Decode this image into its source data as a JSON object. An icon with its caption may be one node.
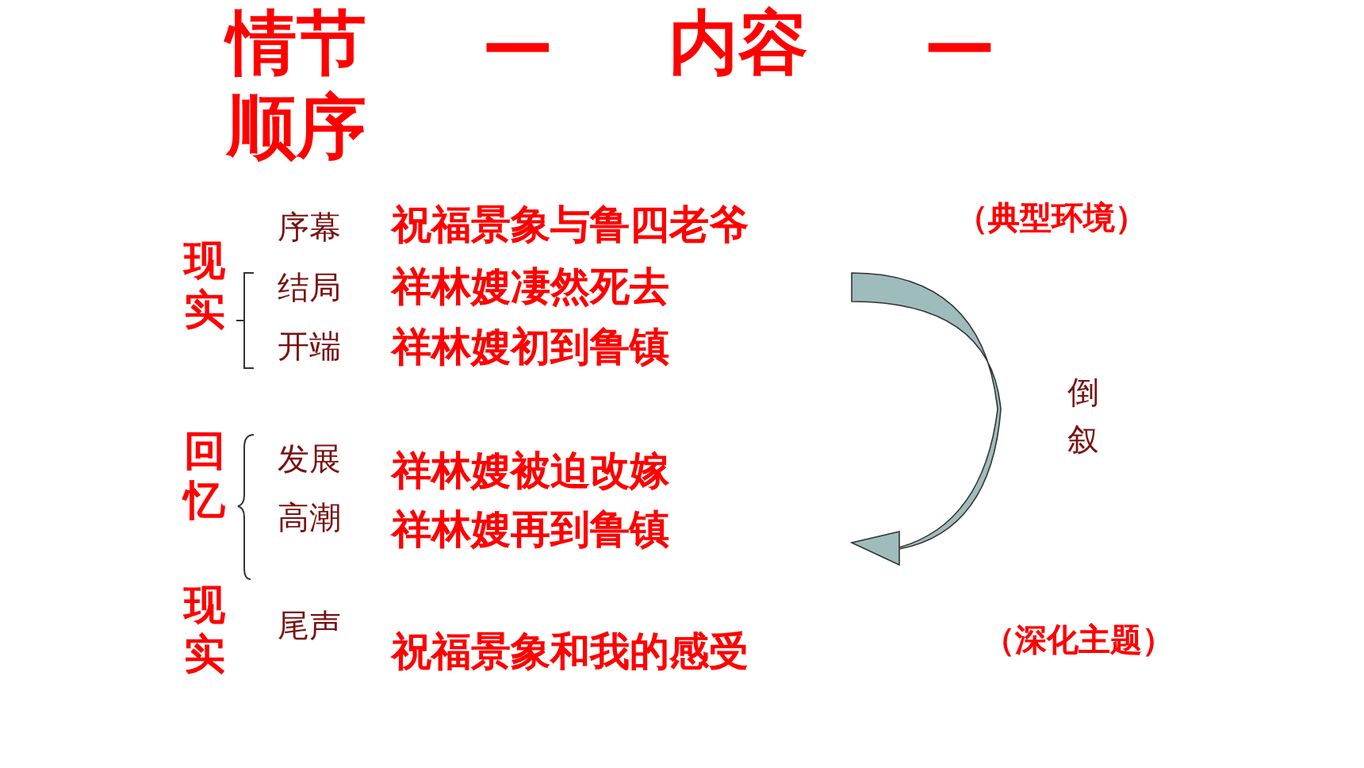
{
  "diagram": {
    "title": "情节 — 内容 — 顺序",
    "labels": [
      "现实",
      "序幕",
      "祝福景象与鲁四老爷",
      "（典型环境）",
      "结局",
      "祥林嫂凄然死去",
      "开端",
      "祥林嫂初到鲁镇",
      "倒叙",
      "回忆",
      "发展",
      "祥林嫂被迫改嫁",
      "高潮",
      "祥林嫂再到鲁镇",
      "现实",
      "尾声",
      "祝福景象和我的感受",
      "（深化主题）"
    ]
  }
}
